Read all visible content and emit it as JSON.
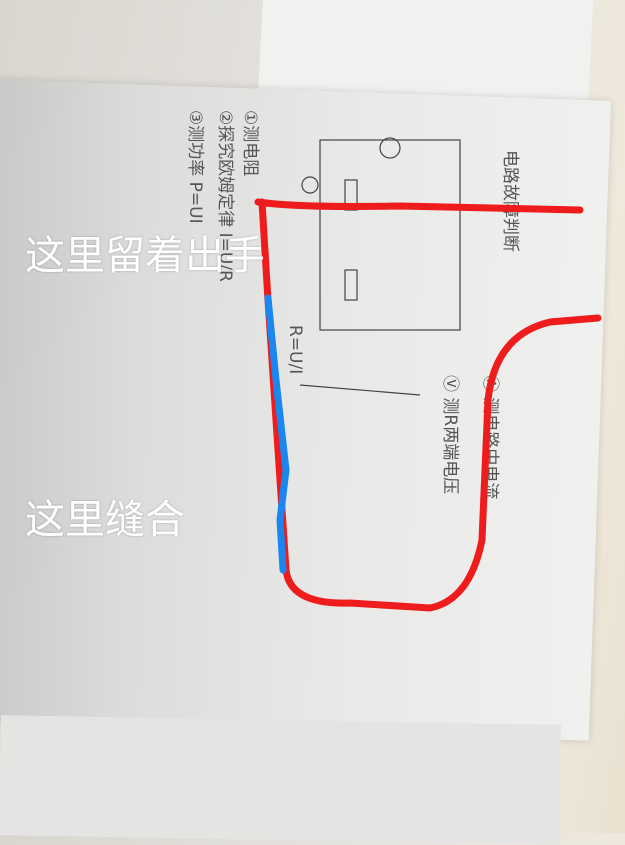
{
  "overlay_text": {
    "top": "这里留着出手",
    "bottom": "这里缝合"
  },
  "handwritten_notes": {
    "title": "电路故障判断",
    "item1": "①测电阻",
    "item2": "②探究欧姆定律 I=U/R",
    "item3": "③测功率 P=UI",
    "formula": "R=U/I",
    "ammeter": "Ⓐ 测电路中电流",
    "voltmeter": "Ⓥ 测R两端电压"
  },
  "colors": {
    "red_stroke": "#ee1c1c",
    "blue_stroke": "#1a86f0"
  }
}
